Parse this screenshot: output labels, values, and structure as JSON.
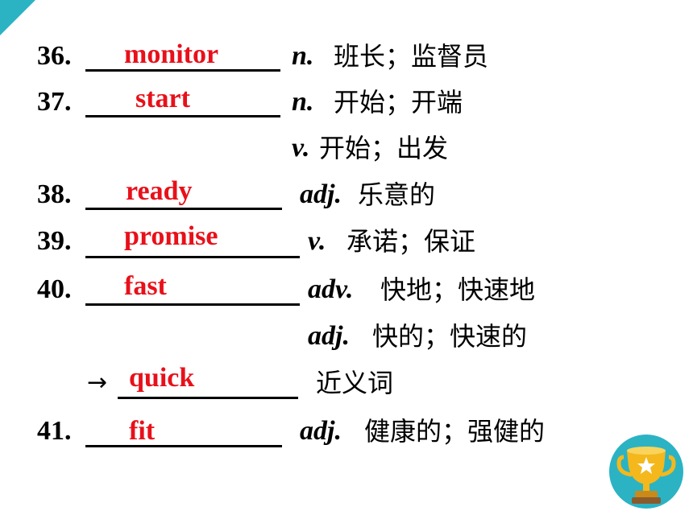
{
  "entries": [
    {
      "num": "36.",
      "answer": "monitor",
      "pos": "n.",
      "meaning": "班长；监督员"
    },
    {
      "num": "37.",
      "answer": "start",
      "pos": "n.",
      "meaning": "开始；开端"
    },
    {
      "num": "",
      "answer": "",
      "pos": "v.",
      "meaning": "开始；出发"
    },
    {
      "num": "38.",
      "answer": "ready",
      "pos": "adj.",
      "meaning": "乐意的"
    },
    {
      "num": "39.",
      "answer": "promise",
      "pos": "v.",
      "meaning": "承诺；保证"
    },
    {
      "num": "40.",
      "answer": "fast",
      "pos": "adv.",
      "meaning": "快地；快速地"
    },
    {
      "num": "",
      "answer": "",
      "pos": "adj.",
      "meaning": "快的；快速的"
    },
    {
      "num": "→",
      "answer": "quick",
      "pos": "",
      "meaning": "近义词"
    },
    {
      "num": "41.",
      "answer": "fit",
      "pos": "adj.",
      "meaning": "健康的；强健的"
    }
  ],
  "colors": {
    "accent": "#2bb3c4",
    "answer": "#e8101a",
    "trophy_bg": "#2bb3c4",
    "trophy_gold": "#f4b81c"
  },
  "icons": {
    "corner": "teal-corner-triangle",
    "trophy": "trophy-icon"
  }
}
